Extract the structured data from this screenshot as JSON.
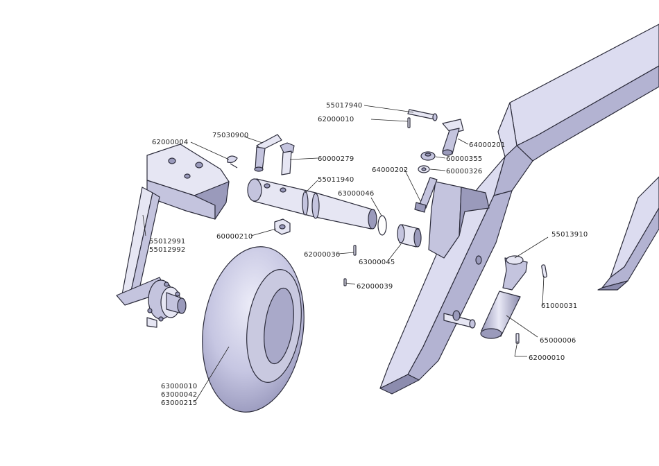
{
  "colors": {
    "background": "#ffffff",
    "part_light": "#dcdcf0",
    "part_mid": "#b3b3d2",
    "part_dark": "#8c8cae",
    "outline": "#2b2b3a",
    "label": "#222222"
  },
  "callouts": [
    {
      "id": "c1",
      "lines": [
        "55017940"
      ]
    },
    {
      "id": "c2",
      "lines": [
        "62000010"
      ]
    },
    {
      "id": "c3",
      "lines": [
        "75030900"
      ]
    },
    {
      "id": "c4",
      "lines": [
        "62000004"
      ]
    },
    {
      "id": "c5",
      "lines": [
        "60000279"
      ]
    },
    {
      "id": "c6",
      "lines": [
        "64000201"
      ]
    },
    {
      "id": "c7",
      "lines": [
        "60000355"
      ]
    },
    {
      "id": "c8",
      "lines": [
        "60000326"
      ]
    },
    {
      "id": "c9",
      "lines": [
        "64000202"
      ]
    },
    {
      "id": "c10",
      "lines": [
        "55011940"
      ]
    },
    {
      "id": "c11",
      "lines": [
        "63000046"
      ]
    },
    {
      "id": "c12",
      "lines": [
        "60000210"
      ]
    },
    {
      "id": "c13",
      "lines": [
        "55012991",
        "55012992"
      ]
    },
    {
      "id": "c14",
      "lines": [
        "62000036"
      ]
    },
    {
      "id": "c15",
      "lines": [
        "63000045"
      ]
    },
    {
      "id": "c16",
      "lines": [
        "62000039"
      ]
    },
    {
      "id": "c17",
      "lines": [
        "55013910"
      ]
    },
    {
      "id": "c18",
      "lines": [
        "61000031"
      ]
    },
    {
      "id": "c19",
      "lines": [
        "65000006"
      ]
    },
    {
      "id": "c20",
      "lines": [
        "62000010"
      ]
    },
    {
      "id": "c21",
      "lines": [
        "63000010",
        "63000042",
        "63000215"
      ]
    }
  ]
}
